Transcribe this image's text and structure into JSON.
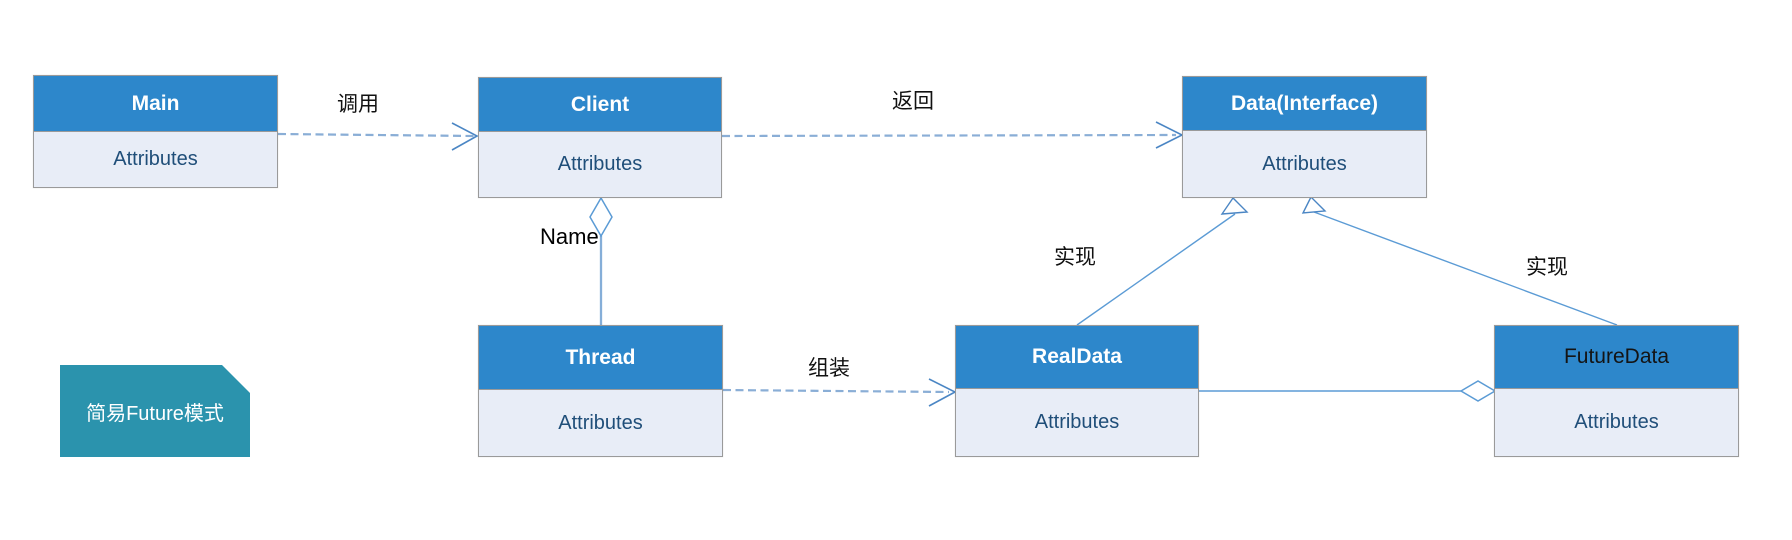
{
  "diagram_title": "简易Future模式",
  "note": {
    "text": "简易Future模式",
    "color": "#2b93ad"
  },
  "nodes": {
    "main": {
      "title": "Main",
      "attributes": "Attributes"
    },
    "client": {
      "title": "Client",
      "attributes": "Attributes"
    },
    "data_interface": {
      "title": "Data(Interface)",
      "attributes": "Attributes"
    },
    "thread": {
      "title": "Thread",
      "attributes": "Attributes"
    },
    "real_data": {
      "title": "RealData",
      "attributes": "Attributes"
    },
    "future_data": {
      "title": "FutureData",
      "attributes": "Attributes"
    }
  },
  "edges": {
    "main_client": {
      "label": "调用",
      "from": "Main",
      "to": "Client",
      "style": "dashed",
      "arrow": "open"
    },
    "client_data": {
      "label": "返回",
      "from": "Client",
      "to": "Data(Interface)",
      "style": "dashed",
      "arrow": "open"
    },
    "client_thread": {
      "label": "Name",
      "from": "Client",
      "to": "Thread",
      "style": "solid",
      "arrow": "hollow-diamond-at-client"
    },
    "thread_realdata": {
      "label": "组装",
      "from": "Thread",
      "to": "RealData",
      "style": "dashed",
      "arrow": "open"
    },
    "realdata_data": {
      "label": "实现",
      "from": "RealData",
      "to": "Data(Interface)",
      "style": "solid",
      "arrow": "hollow-triangle"
    },
    "futuredata_data": {
      "label": "实现",
      "from": "FutureData",
      "to": "Data(Interface)",
      "style": "solid",
      "arrow": "hollow-triangle"
    },
    "realdata_futuredata": {
      "label": "",
      "from": "RealData",
      "to": "FutureData",
      "style": "solid",
      "arrow": "hollow-diamond-at-futuredata"
    }
  },
  "colors": {
    "header_blue": "#2d87cb",
    "body_fill": "#e8edf7",
    "attribute_text": "#1f4e79",
    "box_border": "#9a9a9a",
    "solid_line_blue": "#5b9bd5",
    "dashed_line_blue": "#8aaed6",
    "arrow_blue": "#4b86c4",
    "note_teal": "#2b93ad",
    "future_data_title_text": "#141414",
    "background": "#ffffff"
  }
}
